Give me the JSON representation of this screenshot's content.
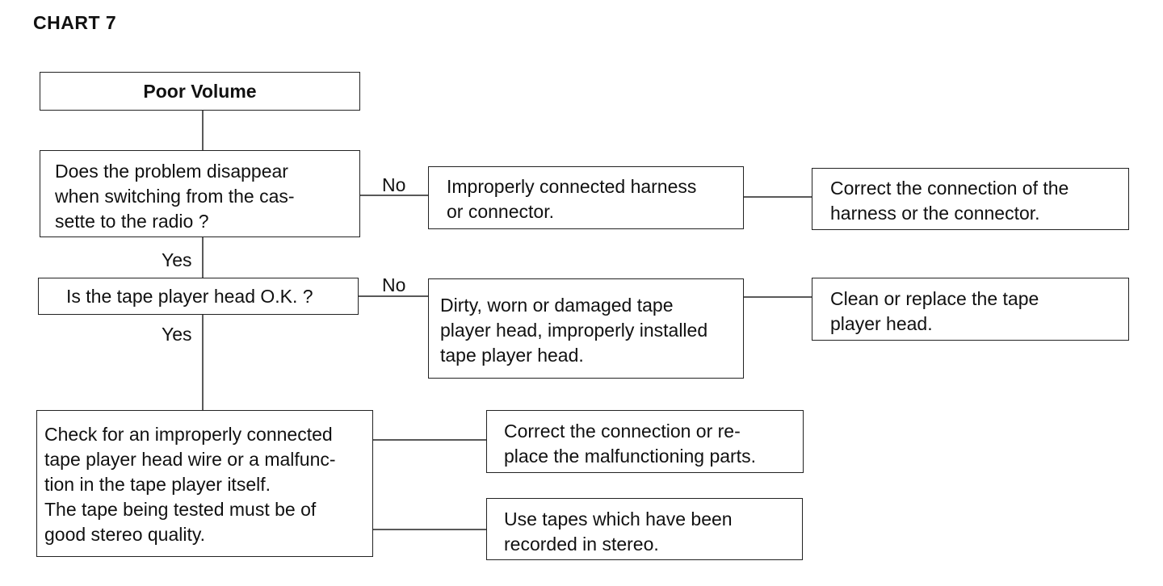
{
  "chart_title": "CHART 7",
  "start": "Poor Volume",
  "q1": {
    "text": "Does the problem disappear\nwhen switching from the cas-\nsette to the radio ?",
    "no_label": "No",
    "yes_label": "Yes",
    "cause": "Improperly connected harness\nor connector.",
    "remedy": "Correct the connection of the\nharness or the connector."
  },
  "q2": {
    "text": "Is the tape player head O.K. ?",
    "no_label": "No",
    "yes_label": "Yes",
    "cause": "Dirty, worn or damaged tape\nplayer head, improperly installed\ntape player head.",
    "remedy": "Clean or replace the tape\nplayer head."
  },
  "final_check": {
    "text": "Check for an improperly connected\ntape player head wire or a malfunc-\ntion in the tape player itself.\nThe tape being tested must be of\ngood stereo quality.",
    "remedy_1": "Correct the connection or re-\nplace the malfunctioning parts.",
    "remedy_2": "Use tapes which have been\nrecorded in stereo."
  }
}
